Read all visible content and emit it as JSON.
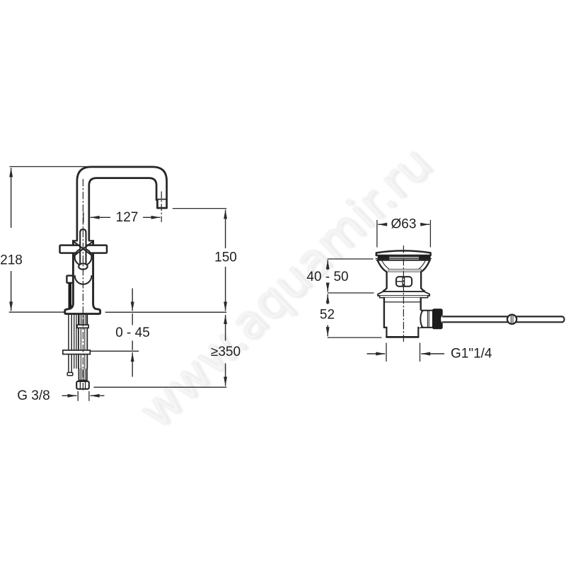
{
  "watermark": {
    "text": "www.aquamir.ru"
  },
  "colors": {
    "background": "#ffffff",
    "line": "#262626",
    "dim_line": "#333333",
    "text": "#1f1f1f",
    "dark_fill": "#1b1b1b",
    "gasket_gray": "#c9c9c9",
    "watermark_fill": "#f1f1f1",
    "watermark_stroke": "#e3e3e3"
  },
  "faucet_view": {
    "dim_height": "218",
    "dim_spout_reach": "127",
    "dim_spout_height": "150",
    "dim_deck_thickness": "0 - 45",
    "dim_hose_length": "≥350",
    "inlet_thread": "G 3/8"
  },
  "drain_view": {
    "dim_plug_diameter": "Ø63",
    "dim_upper_range": "40 - 50",
    "dim_body_height": "52",
    "outlet_thread": "G1\"1/4"
  }
}
